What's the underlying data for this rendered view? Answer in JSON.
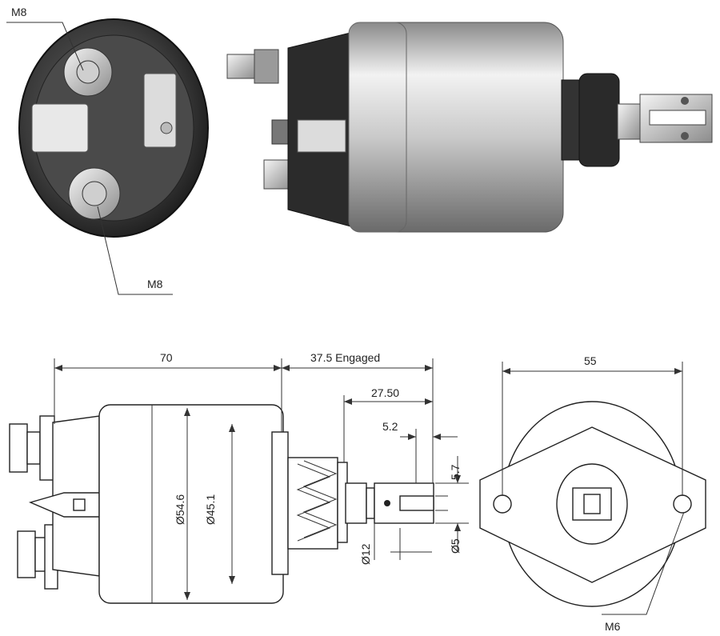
{
  "photo_labels": {
    "top_terminal": "M8",
    "bottom_terminal": "M8"
  },
  "side_view": {
    "length": "70",
    "engaged": "37.5 Engaged",
    "plunger_length": "27.50",
    "slot_width": "5.2",
    "slot_height": "5.7",
    "body_diameter": "Ø54.6",
    "inner_diameter": "Ø45.1",
    "pin_diameter": "Ø12",
    "hole_diameter": "Ø5"
  },
  "front_view": {
    "hole_spacing": "55",
    "thread": "M6"
  },
  "colors": {
    "line": "#222222",
    "metal_light": "#d8d8d8",
    "metal_dark": "#555555",
    "body_black": "#2a2a2a"
  }
}
